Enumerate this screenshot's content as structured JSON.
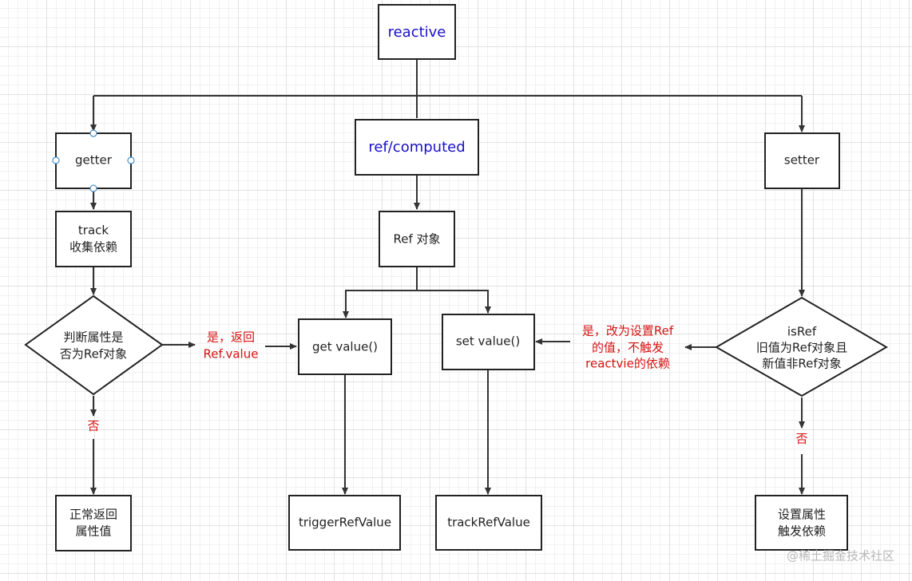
{
  "colors": {
    "keyword": "#1a10c8",
    "annotation": "#d41212",
    "stroke": "#222222"
  },
  "nodes": {
    "reactive": "reactive",
    "getter": "getter",
    "ref_computed": "ref/computed",
    "setter": "setter",
    "track": [
      "track",
      "收集依赖"
    ],
    "ref_object": "Ref 对象",
    "judge": [
      "判断属性是",
      "否为Ref对象"
    ],
    "get_value": "get value()",
    "set_value": "set value()",
    "is_ref": [
      "isRef",
      "旧值为Ref对象且",
      "新值非Ref对象"
    ],
    "normal_return": [
      "正常返回",
      "属性值"
    ],
    "trigger_ref_value": "triggerRefValue",
    "track_ref_value": "trackRefValue",
    "set_prop": [
      "设置属性",
      "触发依赖"
    ]
  },
  "labels": {
    "yes_return": [
      "是，返回",
      "Ref.value"
    ],
    "no_left": "否",
    "yes_set": [
      "是，改为设置Ref",
      "的值，不触发",
      "reactvie的依赖"
    ],
    "no_right": "否"
  },
  "watermark": "@稀土掘金技术社区"
}
